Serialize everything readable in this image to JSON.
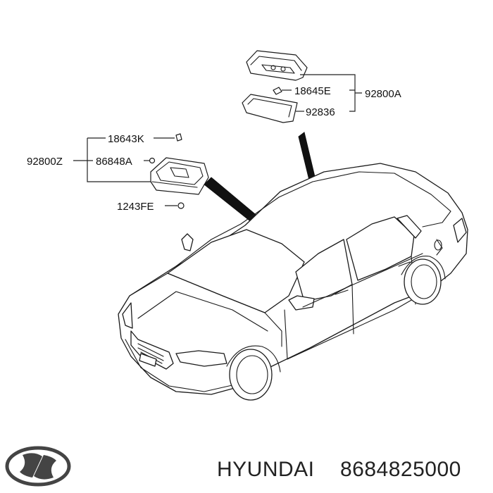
{
  "labels": {
    "p18645E": "18645E",
    "p92800A": "92800A",
    "p92836": "92836",
    "p18643K": "18643K",
    "p92800Z": "92800Z",
    "p86848A": "86848A",
    "p1243FE": "1243FE"
  },
  "footer": {
    "brand": "HYUNDAI",
    "part_number": "8684825000"
  },
  "icons": {
    "logo": "hyundai-logo-icon"
  }
}
